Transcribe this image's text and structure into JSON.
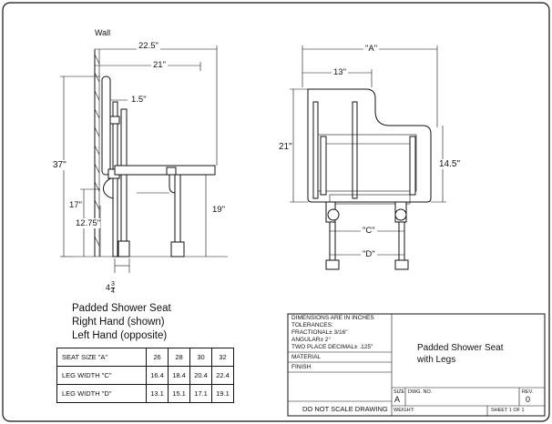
{
  "side_view": {
    "wall_label": "Wall",
    "dim_overall_depth": "22.5\"",
    "dim_depth": "21\"",
    "dim_back_offset": "1.5\"",
    "dim_height": "37\"",
    "dim_seat_height": "17\"",
    "dim_seat_height_low": "12.75\"",
    "dim_leg": "19\"",
    "dim_bottom_whole": "4",
    "dim_bottom_num": "3",
    "dim_bottom_den": "4"
  },
  "top_view": {
    "dim_width": "\"A\"",
    "dim_partial": "13\"",
    "dim_depth": "21\"",
    "dim_right": "14.5\"",
    "dim_leg_c": "\"C\"",
    "dim_leg_d": "\"D\""
  },
  "description": [
    "Padded Shower Seat",
    "Right Hand (shown)",
    "Left Hand (opposite)"
  ],
  "spec_table": {
    "rows": [
      {
        "label": "SEAT SIZE  \"A\"",
        "values": [
          "26",
          "28",
          "30",
          "32"
        ]
      },
      {
        "label": "LEG WIDTH \"C\"",
        "values": [
          "16.4",
          "18.4",
          "20.4",
          "22.4"
        ]
      },
      {
        "label": "LEG WIDTH \"D\"",
        "values": [
          "13.1",
          "15.1",
          "17.1",
          "19.1"
        ]
      }
    ]
  },
  "title_block": {
    "dims_lines": [
      "DIMENSIONS ARE IN INCHES",
      "TOLERANCES:",
      "FRACTIONAL± 3/16\"",
      "ANGULAR± 2°",
      "TWO PLACE DECIMAL± .125\""
    ],
    "material": "MATERIAL",
    "finish": "FINISH",
    "no_scale": "DO NOT SCALE DRAWING",
    "title_lines": [
      "Padded Shower Seat",
      "with Legs"
    ],
    "size_label": "SIZE",
    "size_value": "A",
    "dwg_no_label": "DWG. NO.",
    "rev_label": "REV.",
    "rev_value": "0",
    "weight_label": "WEIGHT:",
    "sheet_label": "SHEET 1 OF 1"
  }
}
